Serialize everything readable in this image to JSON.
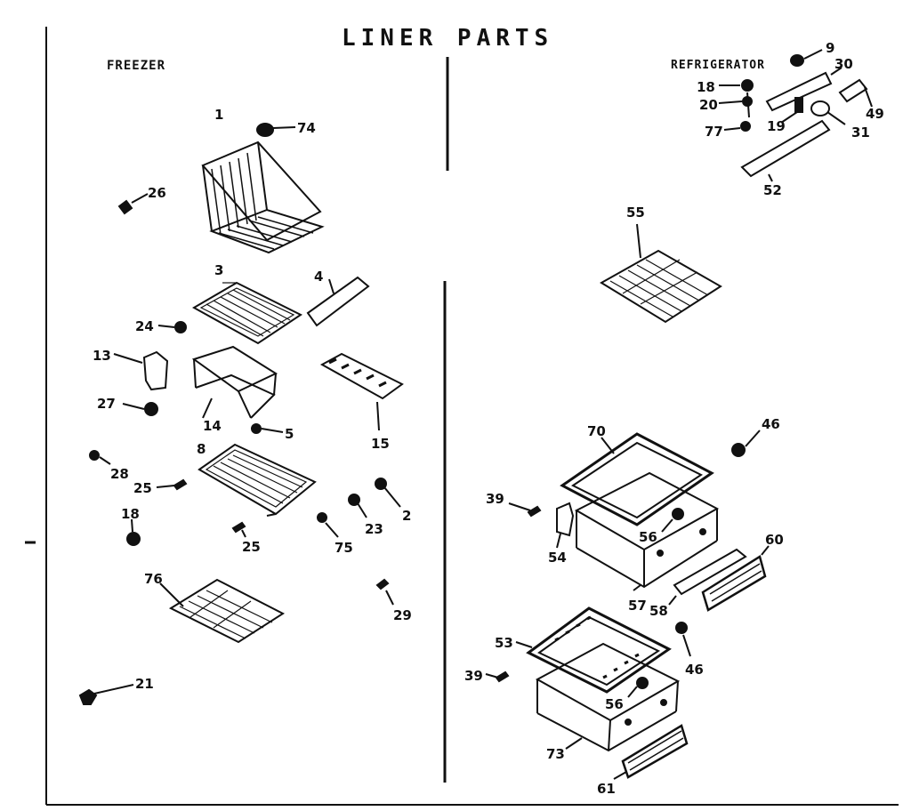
{
  "title": "LINER PARTS",
  "sections": {
    "freezer": "FREEZER",
    "refrigerator": "REFRIGERATOR"
  },
  "callouts": [
    "1",
    "74",
    "26",
    "3",
    "4",
    "24",
    "13",
    "27",
    "14",
    "5",
    "15",
    "8",
    "28",
    "25",
    "18",
    "23",
    "2",
    "75",
    "25",
    "76",
    "29",
    "21",
    "9",
    "30",
    "18",
    "20",
    "19",
    "77",
    "49",
    "31",
    "52",
    "55",
    "70",
    "46",
    "39",
    "56",
    "54",
    "60",
    "57",
    "58",
    "53",
    "46",
    "39",
    "56",
    "73",
    "61"
  ]
}
